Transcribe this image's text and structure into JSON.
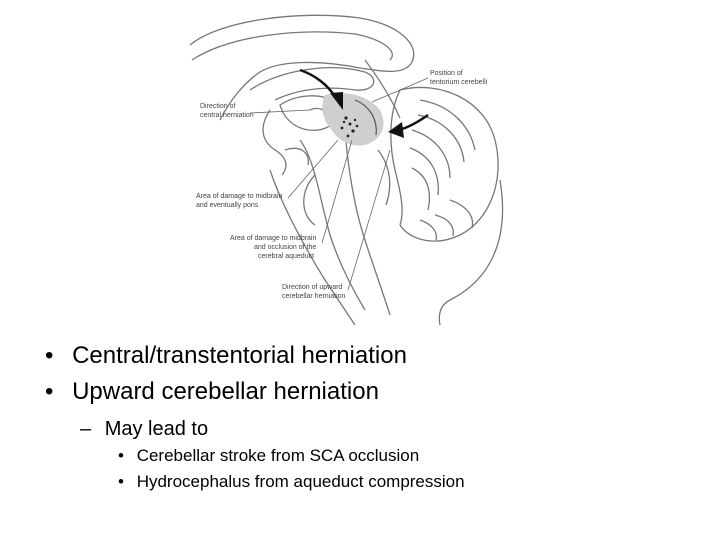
{
  "diagram": {
    "labels": {
      "direction_central": [
        "Direction of",
        "central herniation"
      ],
      "tentorium": [
        "Position of",
        "tentorium cerebelli"
      ],
      "damage_midbrain_pons": [
        "Area of damage to midbrain",
        "and eventually pons"
      ],
      "damage_midbrain_aqueduct": [
        "Area of damage to midbrain",
        "and occlusion of the",
        "cerebral aqueduct"
      ],
      "direction_upward": [
        "Direction of upward",
        "cerebellar herniation"
      ]
    }
  },
  "bullets": {
    "level1": [
      "Central/transtentorial herniation",
      "Upward cerebellar herniation"
    ],
    "level2": [
      "May lead to"
    ],
    "level3": [
      "Cerebellar stroke from SCA occlusion",
      "Hydrocephalus from aqueduct compression"
    ]
  }
}
